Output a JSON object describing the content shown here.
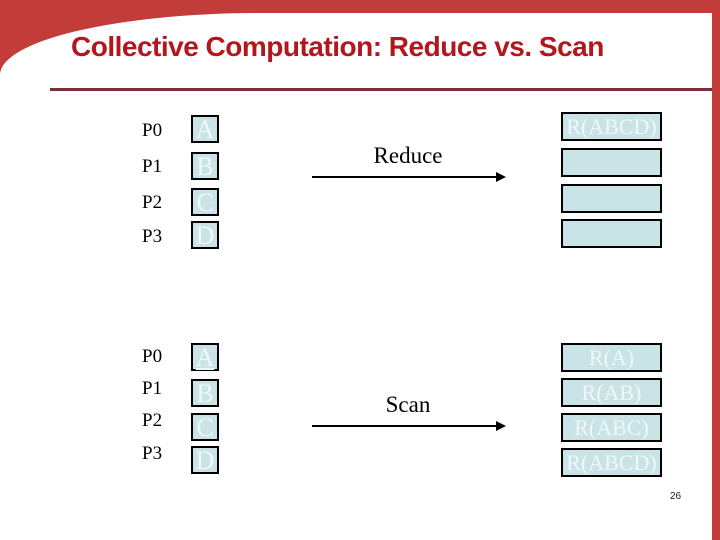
{
  "slide": {
    "title": "Collective Computation: Reduce vs. Scan",
    "page_number": "26"
  },
  "colors": {
    "band_red": "#C23D39",
    "title_red": "#B3161C",
    "rule_maroon": "#7A2E36",
    "box_fill": "#C9E3E6",
    "box_border": "#000000",
    "box_text_white": "#EFF8F9"
  },
  "reduce": {
    "label": "Reduce",
    "processors": [
      "P0",
      "P1",
      "P2",
      "P3"
    ],
    "inputs": [
      "A",
      "B",
      "C",
      "D"
    ],
    "outputs": [
      "R(ABCD)",
      "",
      "",
      ""
    ]
  },
  "scan": {
    "label": "Scan",
    "processors": [
      "P0",
      "P1",
      "P2",
      "P3"
    ],
    "inputs": [
      "A",
      "B",
      "C",
      "D"
    ],
    "underlined_input_index": 0,
    "outputs": [
      "R(A)",
      "R(AB)",
      "R(ABC)",
      "R(ABCD)"
    ]
  }
}
